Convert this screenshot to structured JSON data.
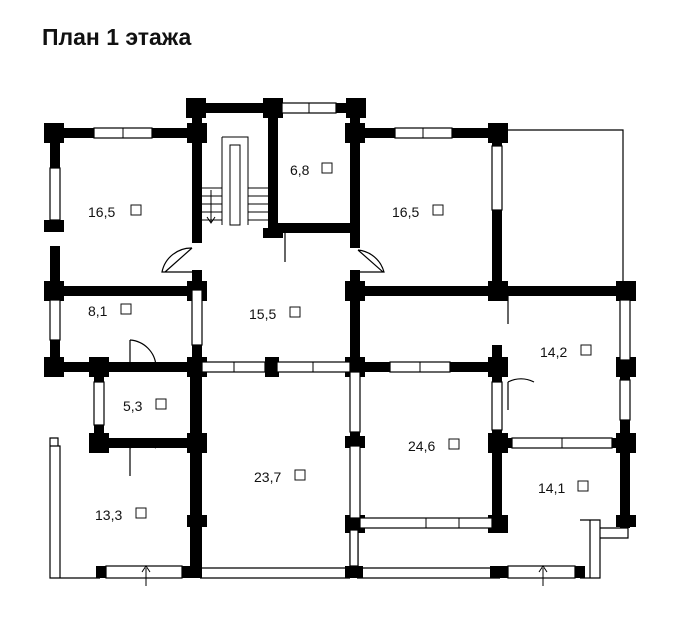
{
  "title": "План 1 этажа",
  "rooms": [
    {
      "id": "r1",
      "area": "16,5"
    },
    {
      "id": "r2",
      "area": "6,8"
    },
    {
      "id": "r3",
      "area": "16,5"
    },
    {
      "id": "r4",
      "area": "8,1"
    },
    {
      "id": "r5",
      "area": "15,5"
    },
    {
      "id": "r6",
      "area": "14,2"
    },
    {
      "id": "r7",
      "area": "5,3"
    },
    {
      "id": "r8",
      "area": "23,7"
    },
    {
      "id": "r9",
      "area": "24,6"
    },
    {
      "id": "r10",
      "area": "14,1"
    },
    {
      "id": "r11",
      "area": "13,3"
    }
  ]
}
